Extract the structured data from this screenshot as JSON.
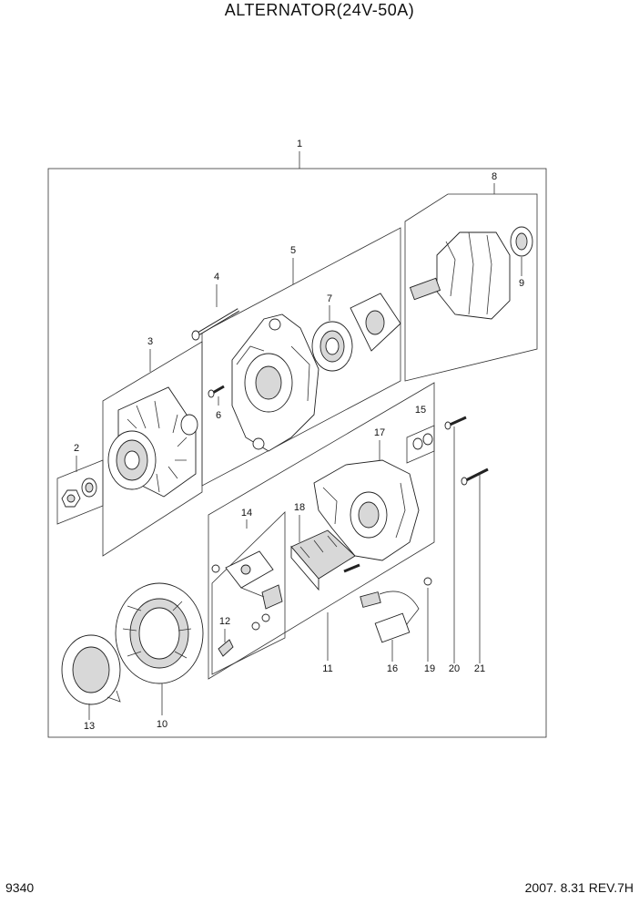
{
  "title": "ALTERNATOR(24V-50A)",
  "page_number": "9340",
  "revision": "2007. 8.31  REV.7H",
  "callouts": [
    "1",
    "2",
    "3",
    "4",
    "5",
    "6",
    "7",
    "8",
    "9",
    "10",
    "11",
    "12",
    "13",
    "14",
    "15",
    "16",
    "17",
    "18",
    "19",
    "20",
    "21"
  ]
}
